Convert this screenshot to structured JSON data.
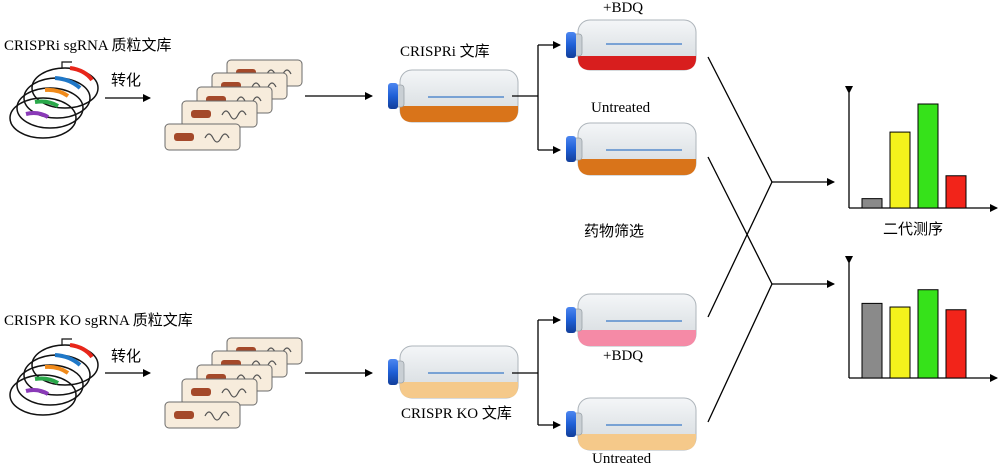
{
  "labels": {
    "library_top": "CRISPRi sgRNA 质粒文库",
    "library_bottom": "CRISPR KO sgRNA 质粒文库",
    "transform_top": "转化",
    "transform_bottom": "转化",
    "pool_top": "CRISPRi 文库",
    "pool_bottom": "CRISPR KO 文库",
    "bdq_top": "+BDQ",
    "untreated_top": "Untreated",
    "bdq_bottom": "+BDQ",
    "untreated_bottom": "Untreated",
    "drug_screen": "药物筛选",
    "ngs": "二代测序"
  },
  "colors": {
    "cap": "#1f5fd6",
    "orange_medium": "#d9741a",
    "red_medium": "#d81e1e",
    "pink_medium": "#f58aa6",
    "peach_medium": "#f5c98a",
    "bar_gray": "#8a8a8a",
    "bar_yellow": "#f4f21c",
    "bar_green": "#36e21a",
    "bar_red": "#f2241a"
  },
  "chart_data": [
    {
      "type": "bar",
      "categories": [
        "",
        "",
        "",
        ""
      ],
      "values": [
        0.09,
        0.73,
        1.0,
        0.31
      ],
      "colors": [
        "#8a8a8a",
        "#f4f21c",
        "#36e21a",
        "#f2241a"
      ]
    },
    {
      "type": "bar",
      "categories": [
        "",
        "",
        "",
        ""
      ],
      "values": [
        0.82,
        0.78,
        0.97,
        0.75
      ],
      "colors": [
        "#8a8a8a",
        "#f4f21c",
        "#36e21a",
        "#f2241a"
      ]
    }
  ]
}
